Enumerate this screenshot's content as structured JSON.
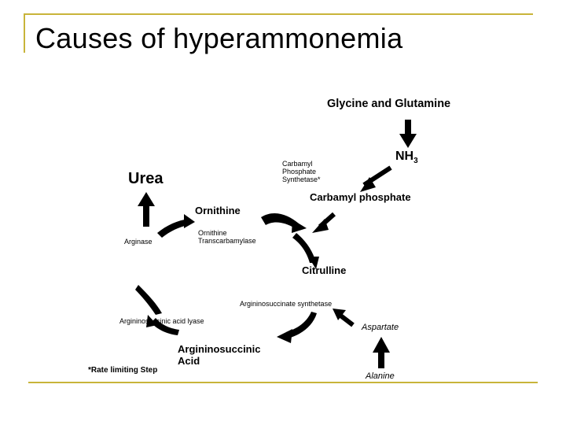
{
  "title": "Causes of hyperammonemia",
  "diagram": {
    "source": "Glycine and Glutamine",
    "nh3": "NH",
    "nh3_sub": "3",
    "cps_enzyme": [
      "Carbamyl",
      "Phosphate",
      "Synthetase*"
    ],
    "carbamyl_phosphate": "Carbamyl phosphate",
    "urea": "Urea",
    "ornithine": "Ornithine",
    "otc_enzyme": [
      "Ornithine",
      "Transcarbamylase"
    ],
    "arginase": "Arginase",
    "citrulline": "Citrulline",
    "as_enzyme": "Argininosuccinate synthetase",
    "al_enzyme": "Argininosuccinic acid lyase",
    "argininosuccinic": [
      "Argininosuccinic",
      "Acid"
    ],
    "aspartate": "Aspartate",
    "alanine": "Alanine",
    "footnote": "*Rate limiting Step"
  },
  "colors": {
    "frame": "#c8b43a",
    "ink": "#000000"
  }
}
